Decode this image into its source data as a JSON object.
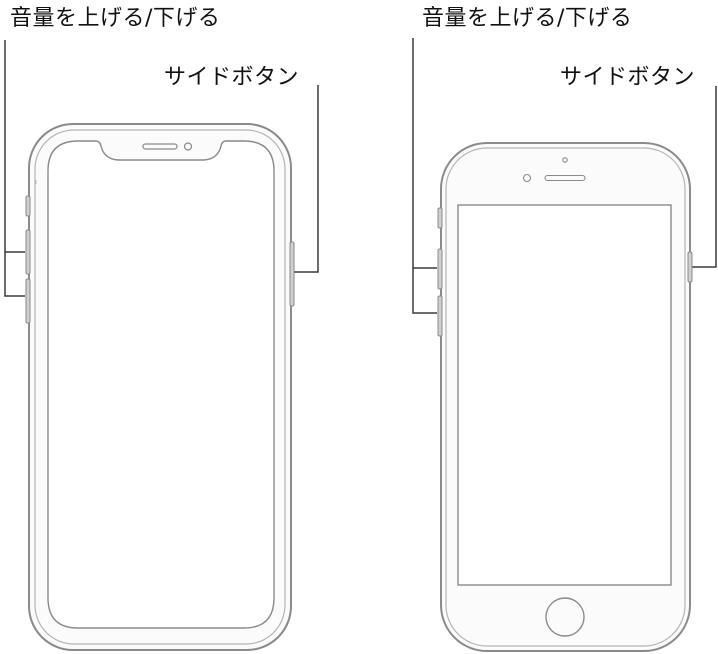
{
  "left_phone": {
    "volume_label": "音量を上げる/下げる",
    "side_label": "サイドボタン"
  },
  "right_phone": {
    "volume_label": "音量を上げる/下げる",
    "side_label": "サイドボタン"
  }
}
